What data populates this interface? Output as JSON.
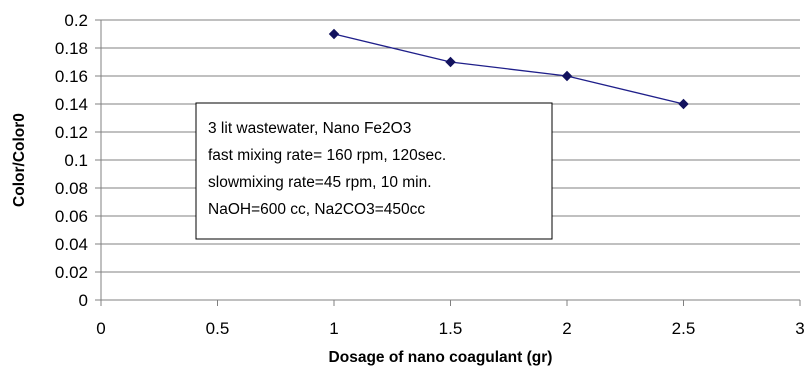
{
  "chart_data": {
    "type": "line",
    "x": [
      1,
      1.5,
      2,
      2.5
    ],
    "series": [
      {
        "values": [
          0.19,
          0.17,
          0.16,
          0.14
        ],
        "color": "#1f1f8a",
        "marker": "diamond"
      }
    ],
    "xlabel": "Dosage of nano coagulant (gr)",
    "ylabel": "Color/Color0",
    "xlim": [
      0,
      3
    ],
    "ylim": [
      0,
      0.2
    ],
    "xticks": [
      0,
      0.5,
      1,
      1.5,
      2,
      2.5,
      3
    ],
    "xtick_labels": [
      "0",
      "0.5",
      "1",
      "1.5",
      "2",
      "2.5",
      "3"
    ],
    "yticks": [
      0,
      0.02,
      0.04,
      0.06,
      0.08,
      0.1,
      0.12,
      0.14,
      0.16,
      0.18,
      0.2
    ],
    "ytick_labels": [
      "0",
      "0.02",
      "0.04",
      "0.06",
      "0.08",
      "0.1",
      "0.12",
      "0.14",
      "0.16",
      "0.18",
      "0.2"
    ],
    "grid": {
      "horizontal": true,
      "vertical": false
    },
    "annotation": {
      "lines": [
        "3 lit  wastewater, Nano Fe2O3",
        "fast mixing rate= 160 rpm, 120sec.",
        "slowmixing rate=45 rpm, 10 min.",
        "NaOH=600 cc, Na2CO3=450cc"
      ]
    },
    "colors": {
      "axis": "#808080",
      "grid": "#808080",
      "line": "#1f1f8a",
      "marker": "#12125e"
    }
  }
}
